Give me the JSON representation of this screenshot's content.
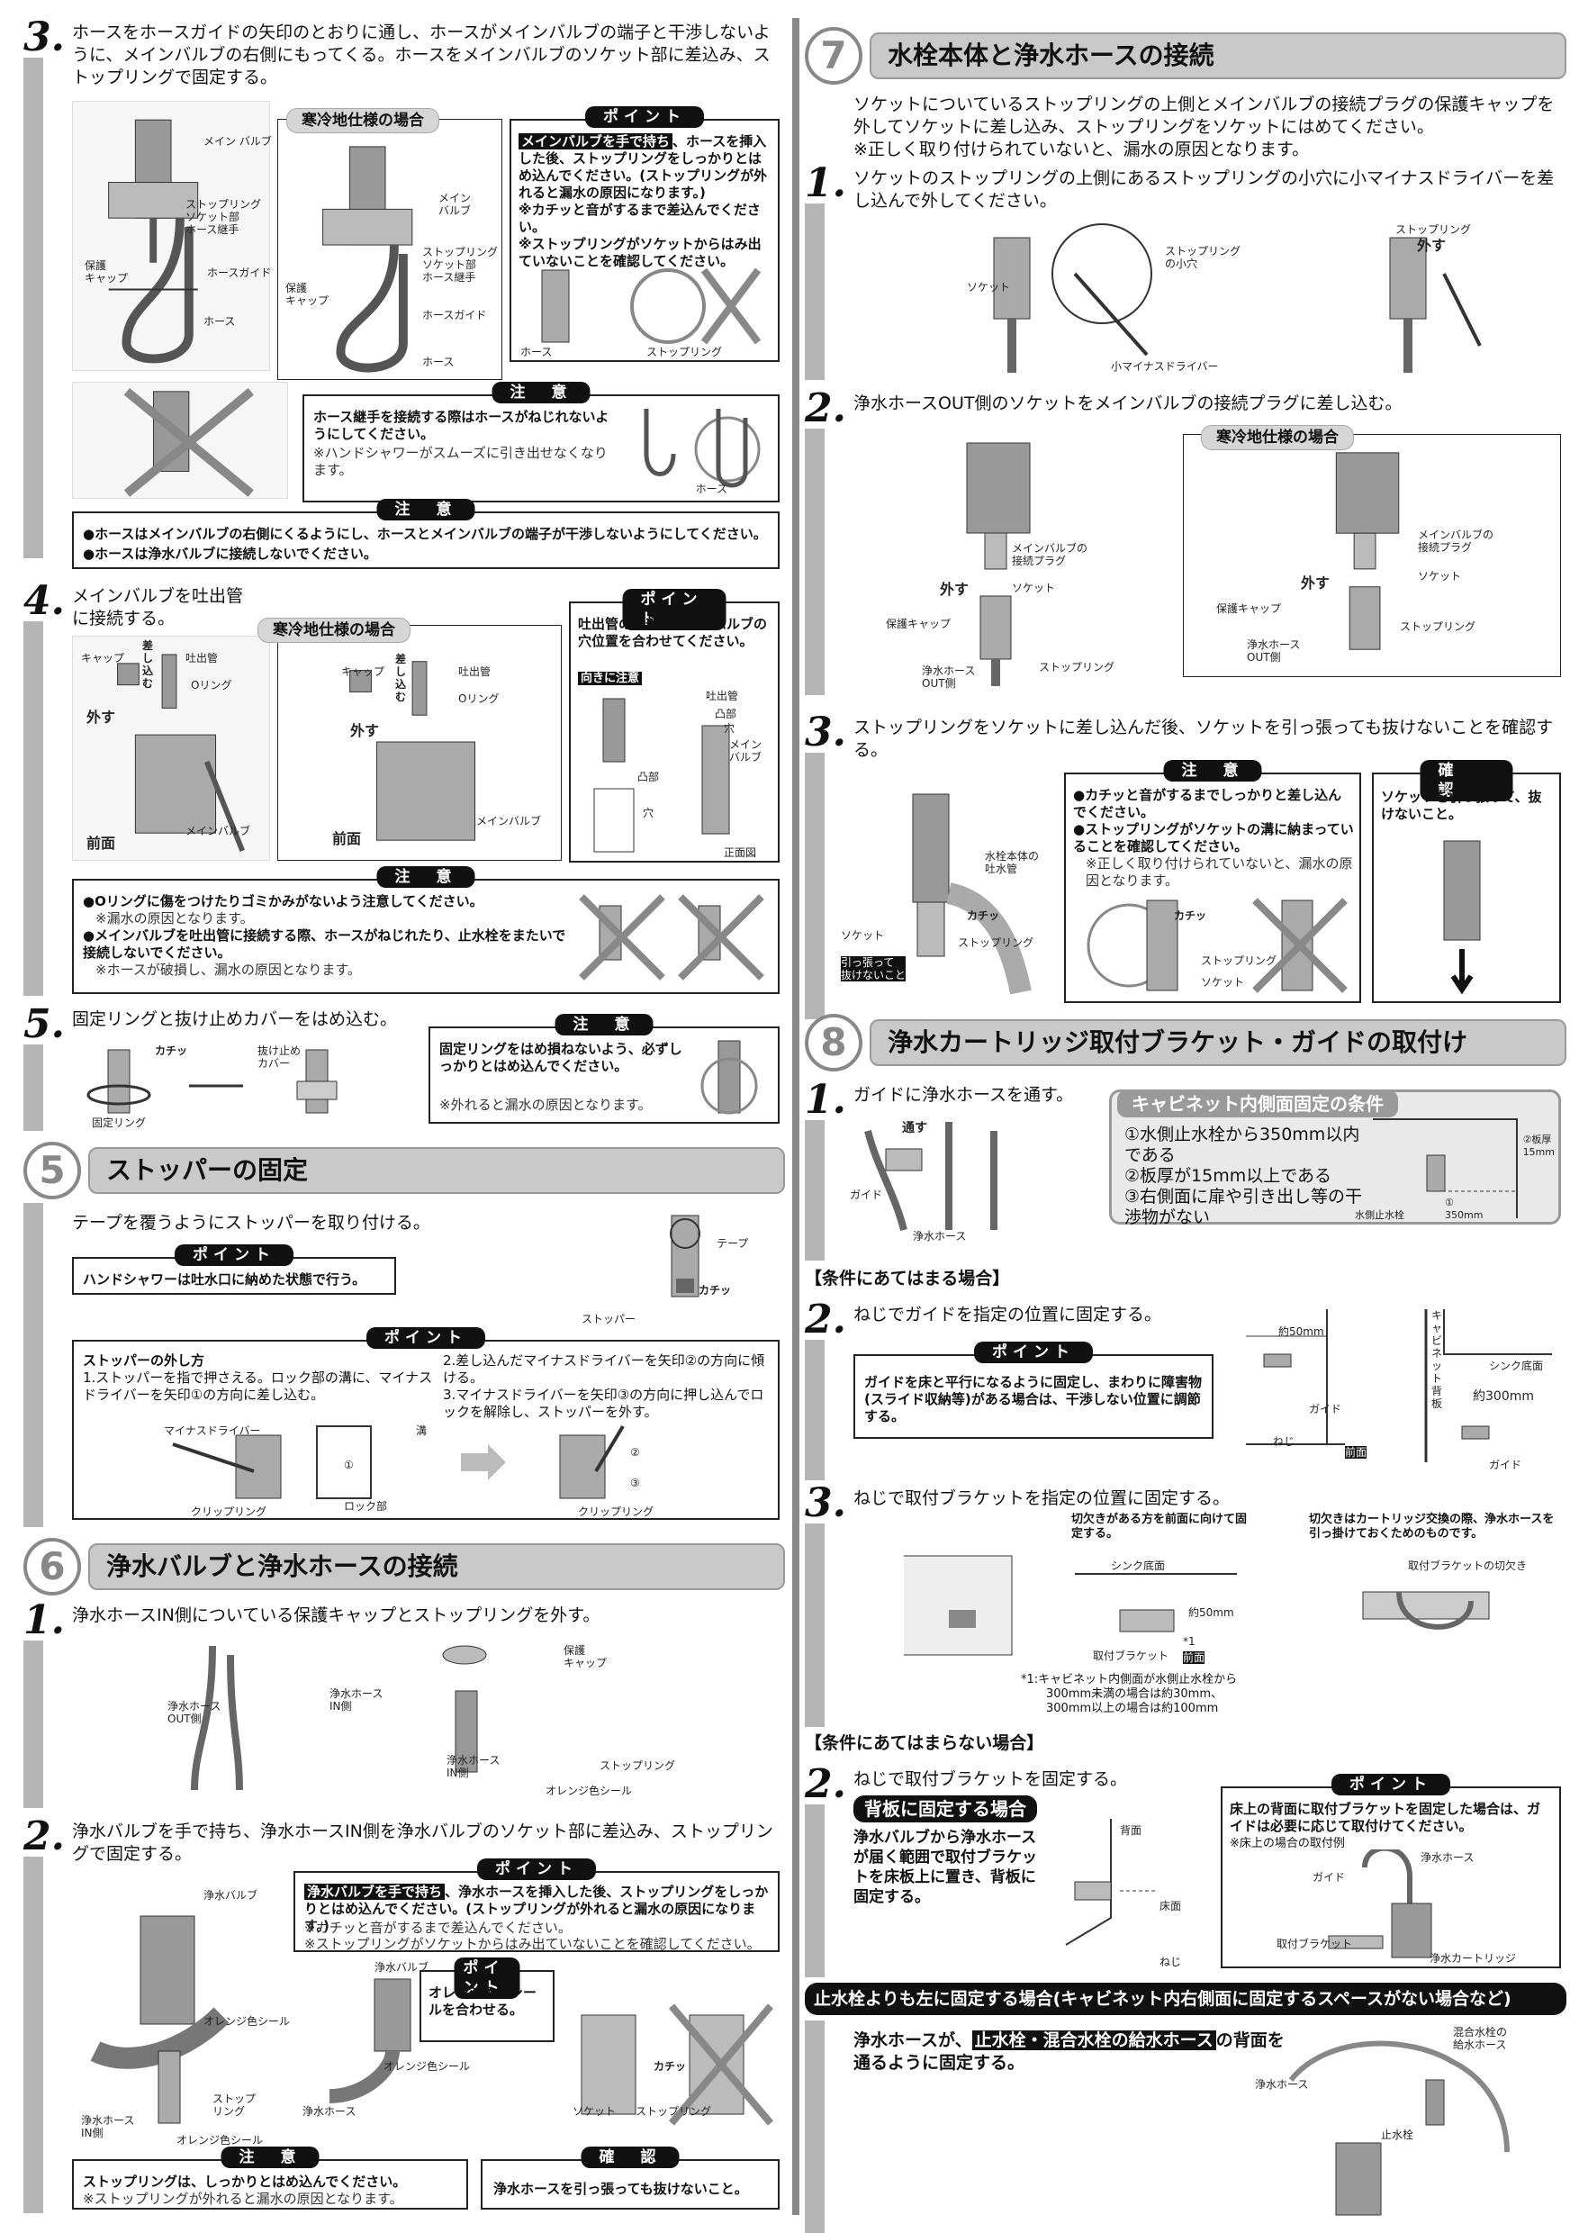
{
  "left": {
    "step3a": {
      "num": "3.",
      "text": "ホースをホースガイドの矢印のとおりに通し、ホースがメインバルブの端子と干渉しないように、メインバルブの右側にもってくる。ホースをメインバルブのソケット部に差込み、ストップリングで固定する。",
      "cold_pill": "寒冷地仕様の場合",
      "fig_caps": [
        "メイン\nバルブ",
        "ストップリング\nソケット部\nホース継手",
        "保護\nキャップ",
        "ホースガイド",
        "ホース"
      ],
      "fig2_caps": [
        "メイン\nバルブ",
        "ストップリング\nソケット部\nホース継手",
        "保護\nキャップ",
        "ホースガイド",
        "ホース"
      ],
      "point_label": "ポイント",
      "point_lead": "メインバルブを手で持ち",
      "point_text": "、ホースを挿入した後、ストップリングをしっかりとはめ込んでください。(ストップリングが外れると漏水の原因になります。)",
      "point_bullets": [
        "※カチッと音がするまで差込んでください。",
        "※ストップリングがソケットからはみ出ていないことを確認してください。"
      ],
      "point_caps": [
        "ホース",
        "ストップリング"
      ],
      "caution_label": "注　意",
      "caution_text": "ホース継手を接続する際はホースがねじれないようにしてください。",
      "caution_note": "※ハンドシャワーがスムーズに引き出せなくなります。",
      "caution_cap": "ホース",
      "caution2_label": "注　意",
      "caution2_items": [
        "●ホースはメインバルブの右側にくるようにし、ホースとメインバルブの端子が干渉しないようにしてください。",
        "●ホースは浄水バルブに接続しないでください。"
      ]
    },
    "step4": {
      "num": "4.",
      "text": "メインバルブを吐出管に接続する。",
      "cold_pill": "寒冷地仕様の場合",
      "caps": [
        "キャップ",
        "差し込む",
        "吐出管",
        "Oリング",
        "外す",
        "前面",
        "メインバルブ"
      ],
      "caps2": [
        "キャップ",
        "差し込む",
        "吐出管",
        "Oリング",
        "外す",
        "前面",
        "メインバルブ"
      ],
      "point_label": "ポイント",
      "point_text": "吐出管の凸部とメインバルブの穴位置を合わせてください。",
      "point_badge": "向きに注意",
      "point_caps": [
        "吐出管",
        "凸部",
        "穴",
        "メイン\nバルブ",
        "凸部",
        "穴",
        "正面図"
      ],
      "caution_label": "注　意",
      "caution_items": [
        "●Oリングに傷をつけたりゴミかみがないよう注意してください。",
        "※漏水の原因となります。",
        "●メインバルブを吐出管に接続する際、ホースがねじれたり、止水栓をまたいで接続しないでください。",
        "※ホースが破損し、漏水の原因となります。"
      ]
    },
    "step5": {
      "num": "5.",
      "text": "固定リングと抜け止めカバーをはめ込む。",
      "caps": [
        "抜け止め\nカバー",
        "固定リング",
        "カチッ"
      ],
      "caution_label": "注　意",
      "caution_text": "固定リングをはめ損ねないよう、必ずしっかりとはめ込んでください。",
      "caution_note": "※外れると漏水の原因となります。"
    },
    "sec5": {
      "num": "5",
      "title": "ストッパーの固定",
      "text": "テープを覆うようにストッパーを取り付ける。",
      "point_label": "ポイント",
      "point_text": "ハンドシャワーは吐水口に納めた状態で行う。",
      "caps": [
        "テープ",
        "カチッ",
        "ストッパー"
      ],
      "point2_label": "ポイント",
      "remove_title": "ストッパーの外し方",
      "remove_1": "1.ストッパーを指で押さえる。ロック部の溝に、マイナスドライバーを矢印①の方向に差し込む。",
      "remove_2": "2.差し込んだマイナスドライバーを矢印②の方向に傾ける。",
      "remove_3": "3.マイナスドライバーを矢印③の方向に押し込んでロックを解除し、ストッパーを外す。",
      "fig_caps": [
        "マイナスドライバー",
        "溝",
        "クリップリング",
        "ロック部",
        "①",
        "②",
        "③",
        "クリップリング"
      ]
    },
    "sec6": {
      "num": "6",
      "title": "浄水バルブと浄水ホースの接続",
      "step1_num": "1.",
      "step1_text": "浄水ホースIN側についている保護キャップとストップリングを外す。",
      "step1_caps": [
        "浄水ホース\nOUT側",
        "浄水ホース\nIN側",
        "保護\nキャップ",
        "浄水ホース\nIN側",
        "オレンジ色シール",
        "ストップリング"
      ],
      "step2_num": "2.",
      "step2_text": "浄水バルブを手で持ち、浄水ホースIN側を浄水バルブのソケット部に差込み、ストップリングで固定する。",
      "point_label": "ポイント",
      "point_lead": "浄水バルブを手で持ち",
      "point_text": "、浄水ホースを挿入した後、ストップリングをしっかりとはめ込んでください。(ストップリングが外れると漏水の原因になります。)",
      "point_notes": [
        "※カチッと音がするまで差込んでください。",
        "※ストップリングがソケットからはみ出ていないことを確認してください。"
      ],
      "point2_label": "ポイント",
      "point2_text": "オレンジ色のシールを合わせる。",
      "step2_caps": [
        "浄水バルブ",
        "オレンジ色シール",
        "浄水ホース\nIN側",
        "ストップ\nリング",
        "オレンジ色シール",
        "浄水バルブ",
        "オレンジ色シール",
        "浄水ホース",
        "ソケット",
        "ストップリング",
        "カチッ"
      ],
      "caution_label": "注　意",
      "caution_text": "ストップリングは、しっかりとはめ込んでください。",
      "caution_note": "※ストップリングが外れると漏水の原因となります。",
      "confirm_label": "確　認",
      "confirm_text": "浄水ホースを引っ張っても抜けないこと。"
    }
  },
  "right": {
    "sec7": {
      "num": "7",
      "title": "水栓本体と浄水ホースの接続",
      "intro": "ソケットについているストップリングの上側とメインバルブの接続プラグの保護キャップを外してソケットに差し込み、ストップリングをソケットにはめてください。",
      "intro_note": "※正しく取り付けられていないと、漏水の原因となります。",
      "step1_num": "1.",
      "step1_text": "ソケットのストップリングの上側にあるストップリングの小穴に小マイナスドライバーを差し込んで外してください。",
      "step1_caps": [
        "ストップリング\nの小穴",
        "ソケット",
        "小マイナスドライバー",
        "ストップリング",
        "外す"
      ],
      "step2_num": "2.",
      "step2_text": "浄水ホースOUT側のソケットをメインバルブの接続プラグに差し込む。",
      "cold_pill": "寒冷地仕様の場合",
      "step2_caps": [
        "メインバルブの\n接続プラグ",
        "ソケット",
        "外す",
        "保護キャップ",
        "ストップリング",
        "浄水ホース\nOUT側"
      ],
      "step2_caps2": [
        "メインバルブの\n接続プラグ",
        "ソケット",
        "外す",
        "保護キャップ",
        "ストップリング",
        "浄水ホース\nOUT側"
      ],
      "step3_num": "3.",
      "step3_text": "ストップリングをソケットに差し込んだ後、ソケットを引っ張っても抜けないことを確認する。",
      "step3_caps": [
        "水栓本体の\n吐水管",
        "カチッ",
        "ソケット",
        "ストップリング",
        "引っ張って\n抜けないこと"
      ],
      "caution_label": "注　意",
      "caution_items": [
        "●カチッと音がするまでしっかりと差し込んでください。",
        "●ストップリングがソケットの溝に納まっていることを確認してください。",
        "※正しく取り付けられていないと、漏水の原因となります。"
      ],
      "caution_caps": [
        "カチッ",
        "ストップリング",
        "ソケット"
      ],
      "confirm_label": "確　認",
      "confirm_text": "ソケットを引っ張って、抜けないこと。"
    },
    "sec8": {
      "num": "8",
      "title": "浄水カートリッジ取付ブラケット・ガイドの取付け",
      "step1_num": "1.",
      "step1_text": "ガイドに浄水ホースを通す。",
      "step1_caps": [
        "通す",
        "ガイド",
        "浄水ホース"
      ],
      "cabinet_title": "キャビネット内側面固定の条件",
      "cabinet_items": [
        "①水側止水栓から350mm以内である",
        "②板厚が15mm以上である",
        "③右側面に扉や引き出し等の干渉物がない"
      ],
      "cabinet_caps": [
        "②板厚\n15mm",
        "水側止水栓",
        "①\n350mm"
      ],
      "cond_yes": "【条件にあてはまる場合】",
      "yes_step2_num": "2.",
      "yes_step2_text": "ねじでガイドを指定の位置に固定する。",
      "yes_point_label": "ポイント",
      "yes_point_text": "ガイドを床と平行になるように固定し、まわりに障害物(スライド収納等)がある場合は、干渉しない位置に調節する。",
      "yes_step2_caps": [
        "約50mm",
        "ガイド",
        "ねじ",
        "前面",
        "キャビネット背板",
        "シンク底面",
        "約300mm",
        "ガイド"
      ],
      "yes_step3_num": "3.",
      "yes_step3_text": "ねじで取付ブラケットを指定の位置に固定する。",
      "yes_step3_note1": "切欠きがある方を前面に向けて固定する。",
      "yes_step3_note2": "切欠きはカートリッジ交換の際、浄水ホースを引っ掛けておくためのものです。",
      "yes_step3_caps": [
        "シンク底面",
        "約50mm",
        "取付ブラケット",
        "*1",
        "前面",
        "取付ブラケットの切欠き"
      ],
      "yes_step3_foot": [
        "*1:キャビネット内側面が水側止水栓から",
        "300mm未満の場合は約30mm、",
        "300mm以上の場合は約100mm"
      ],
      "cond_no": "【条件にあてはまらない場合】",
      "no_step2_num": "2.",
      "no_step2_text": "ねじで取付ブラケットを固定する。",
      "back_title": "背板に固定する場合",
      "back_text": "浄水バルブから浄水ホースが届く範囲で取付ブラケットを床板上に置き、背板に固定する。",
      "back_caps": [
        "背面",
        "床面",
        "ねじ"
      ],
      "no_point_label": "ポイント",
      "no_point_text": "床上の背面に取付ブラケットを固定した場合は、ガイドは必要に応じて取付けてください。",
      "no_point_note": "※床上の場合の取付例",
      "no_point_caps": [
        "浄水ホース",
        "ガイド",
        "取付ブラケット",
        "浄水カートリッジ"
      ],
      "left_banner": "止水栓よりも左に固定する場合(キャビネット内右側面に固定するスペースがない場合など)",
      "left_text_a": "浄水ホースが、",
      "left_text_hl": "止水栓・混合水栓の給水ホース",
      "left_text_b": "の背面を通るように固定する。",
      "left_caps": [
        "混合水栓の\n給水ホース",
        "浄水ホース",
        "止水栓"
      ]
    }
  },
  "colors": {
    "sidebar": "#b5b5b5",
    "section_bar": "#c9c9c9",
    "label_bg": "#111111"
  }
}
